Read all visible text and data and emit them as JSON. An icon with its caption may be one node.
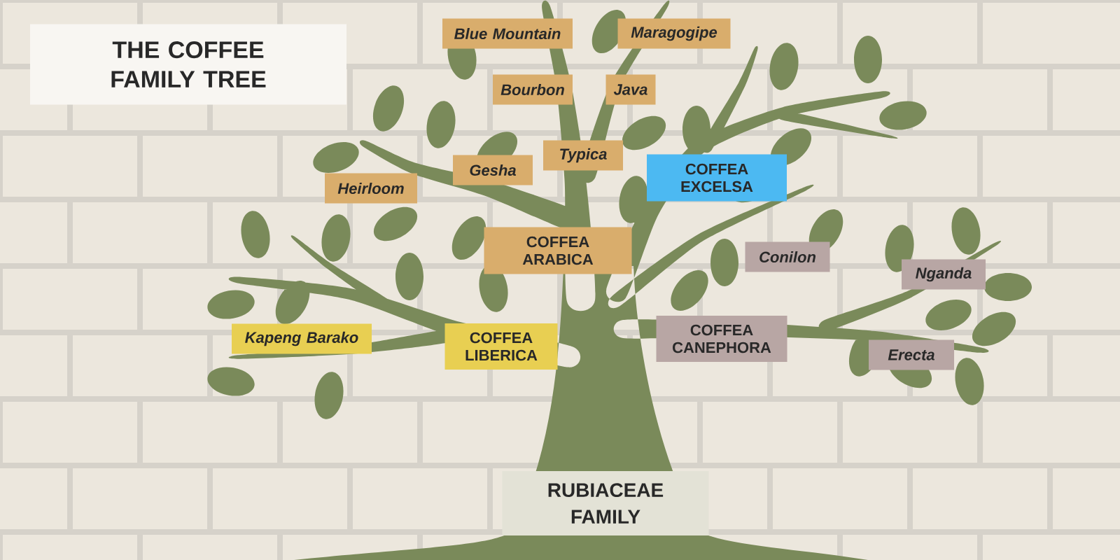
{
  "diagram": {
    "title": "THE COFFEE FAMILY TREE",
    "nodes": [
      {
        "text": [
          "Blue Mountain"
        ]
      },
      {
        "text": [
          "Maragogipe"
        ]
      },
      {
        "text": [
          "Bourbon"
        ]
      },
      {
        "text": [
          "Java"
        ]
      },
      {
        "text": [
          "Typica"
        ]
      },
      {
        "text": [
          "Gesha"
        ]
      },
      {
        "text": [
          "COFFEA EXCELSA"
        ]
      },
      {
        "text": [
          "Heirloom"
        ]
      },
      {
        "text": [
          "COFFEA ARABICA"
        ]
      },
      {
        "text": [
          "Conilon"
        ]
      },
      {
        "text": [
          "Nganda"
        ]
      },
      {
        "text": [
          "Kapeng Barako"
        ]
      },
      {
        "text": [
          "COFFEA LIBERICA"
        ]
      },
      {
        "text": [
          "COFFEA CANEPHORA"
        ]
      },
      {
        "text": [
          "Erecta"
        ]
      },
      {
        "text": [
          "RUBIACEAE FAMILY"
        ]
      }
    ]
  }
}
